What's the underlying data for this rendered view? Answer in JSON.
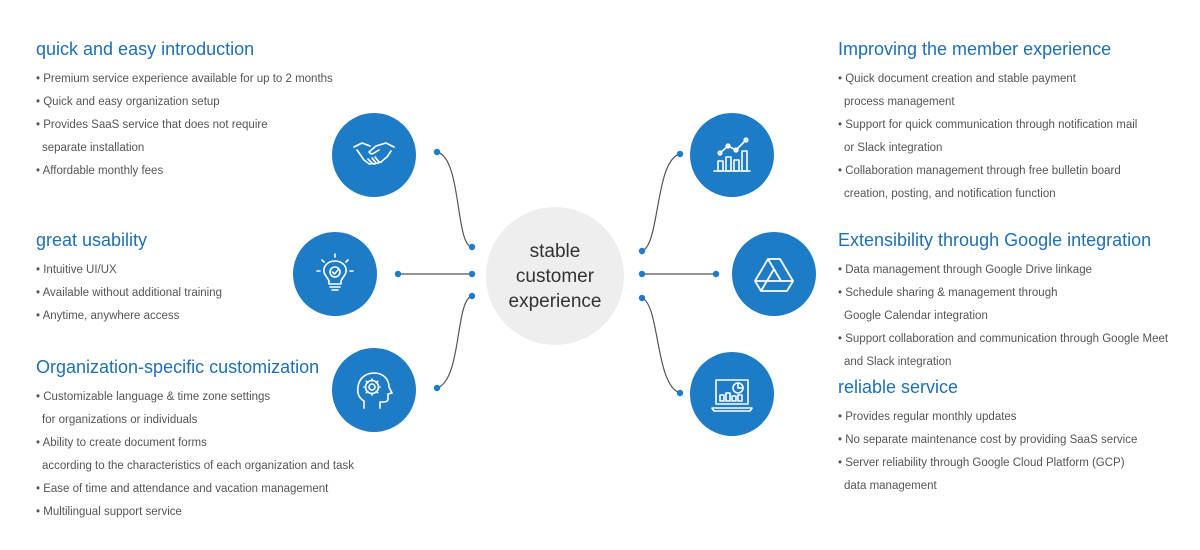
{
  "hub": {
    "label": "stable customer experience"
  },
  "left_sections": [
    {
      "title": "quick and easy introduction",
      "items": [
        [
          "Premium service experience available for up to 2 months"
        ],
        [
          "Quick and easy organization setup"
        ],
        [
          "Provides SaaS service that does not require",
          "separate installation"
        ],
        [
          "Affordable monthly fees"
        ]
      ]
    },
    {
      "title": "great usability",
      "items": [
        [
          "Intuitive UI/UX"
        ],
        [
          "Available without additional training"
        ],
        [
          "Anytime, anywhere access"
        ]
      ]
    },
    {
      "title": "Organization-specific customization",
      "items": [
        [
          "Customizable language & time zone settings",
          "for organizations or individuals"
        ],
        [
          "Ability to create document forms",
          "according to the characteristics of each organization and task"
        ],
        [
          "Ease of time and attendance and vacation management"
        ],
        [
          "Multilingual support service"
        ]
      ]
    }
  ],
  "right_sections": [
    {
      "title": "Improving the member experience",
      "items": [
        [
          "Quick document creation and stable payment",
          "process management"
        ],
        [
          "Support for quick communication through notification mail",
          "or Slack integration"
        ],
        [
          "Collaboration management through free bulletin board",
          "creation, posting, and notification function"
        ]
      ]
    },
    {
      "title": "Extensibility through Google integration",
      "items": [
        [
          "Data management through Google Drive linkage"
        ],
        [
          "Schedule sharing & management through",
          "Google Calendar integration"
        ],
        [
          "Support collaboration and communication through Google Meet",
          "and Slack integration"
        ]
      ]
    },
    {
      "title": "reliable service",
      "items": [
        [
          "Provides regular monthly updates"
        ],
        [
          "No separate maintenance cost by providing SaaS service"
        ],
        [
          "Server reliability through Google Cloud Platform (GCP)",
          "data management"
        ]
      ]
    }
  ],
  "icons": [
    "handshake-icon",
    "lightbulb-check-icon",
    "head-gear-icon",
    "growth-chart-icon",
    "google-drive-icon",
    "laptop-dashboard-icon"
  ],
  "colors": {
    "accent": "#1e7bc6",
    "title": "#1e6fb5",
    "hub": "#eeeeee",
    "connector": "#555555"
  }
}
